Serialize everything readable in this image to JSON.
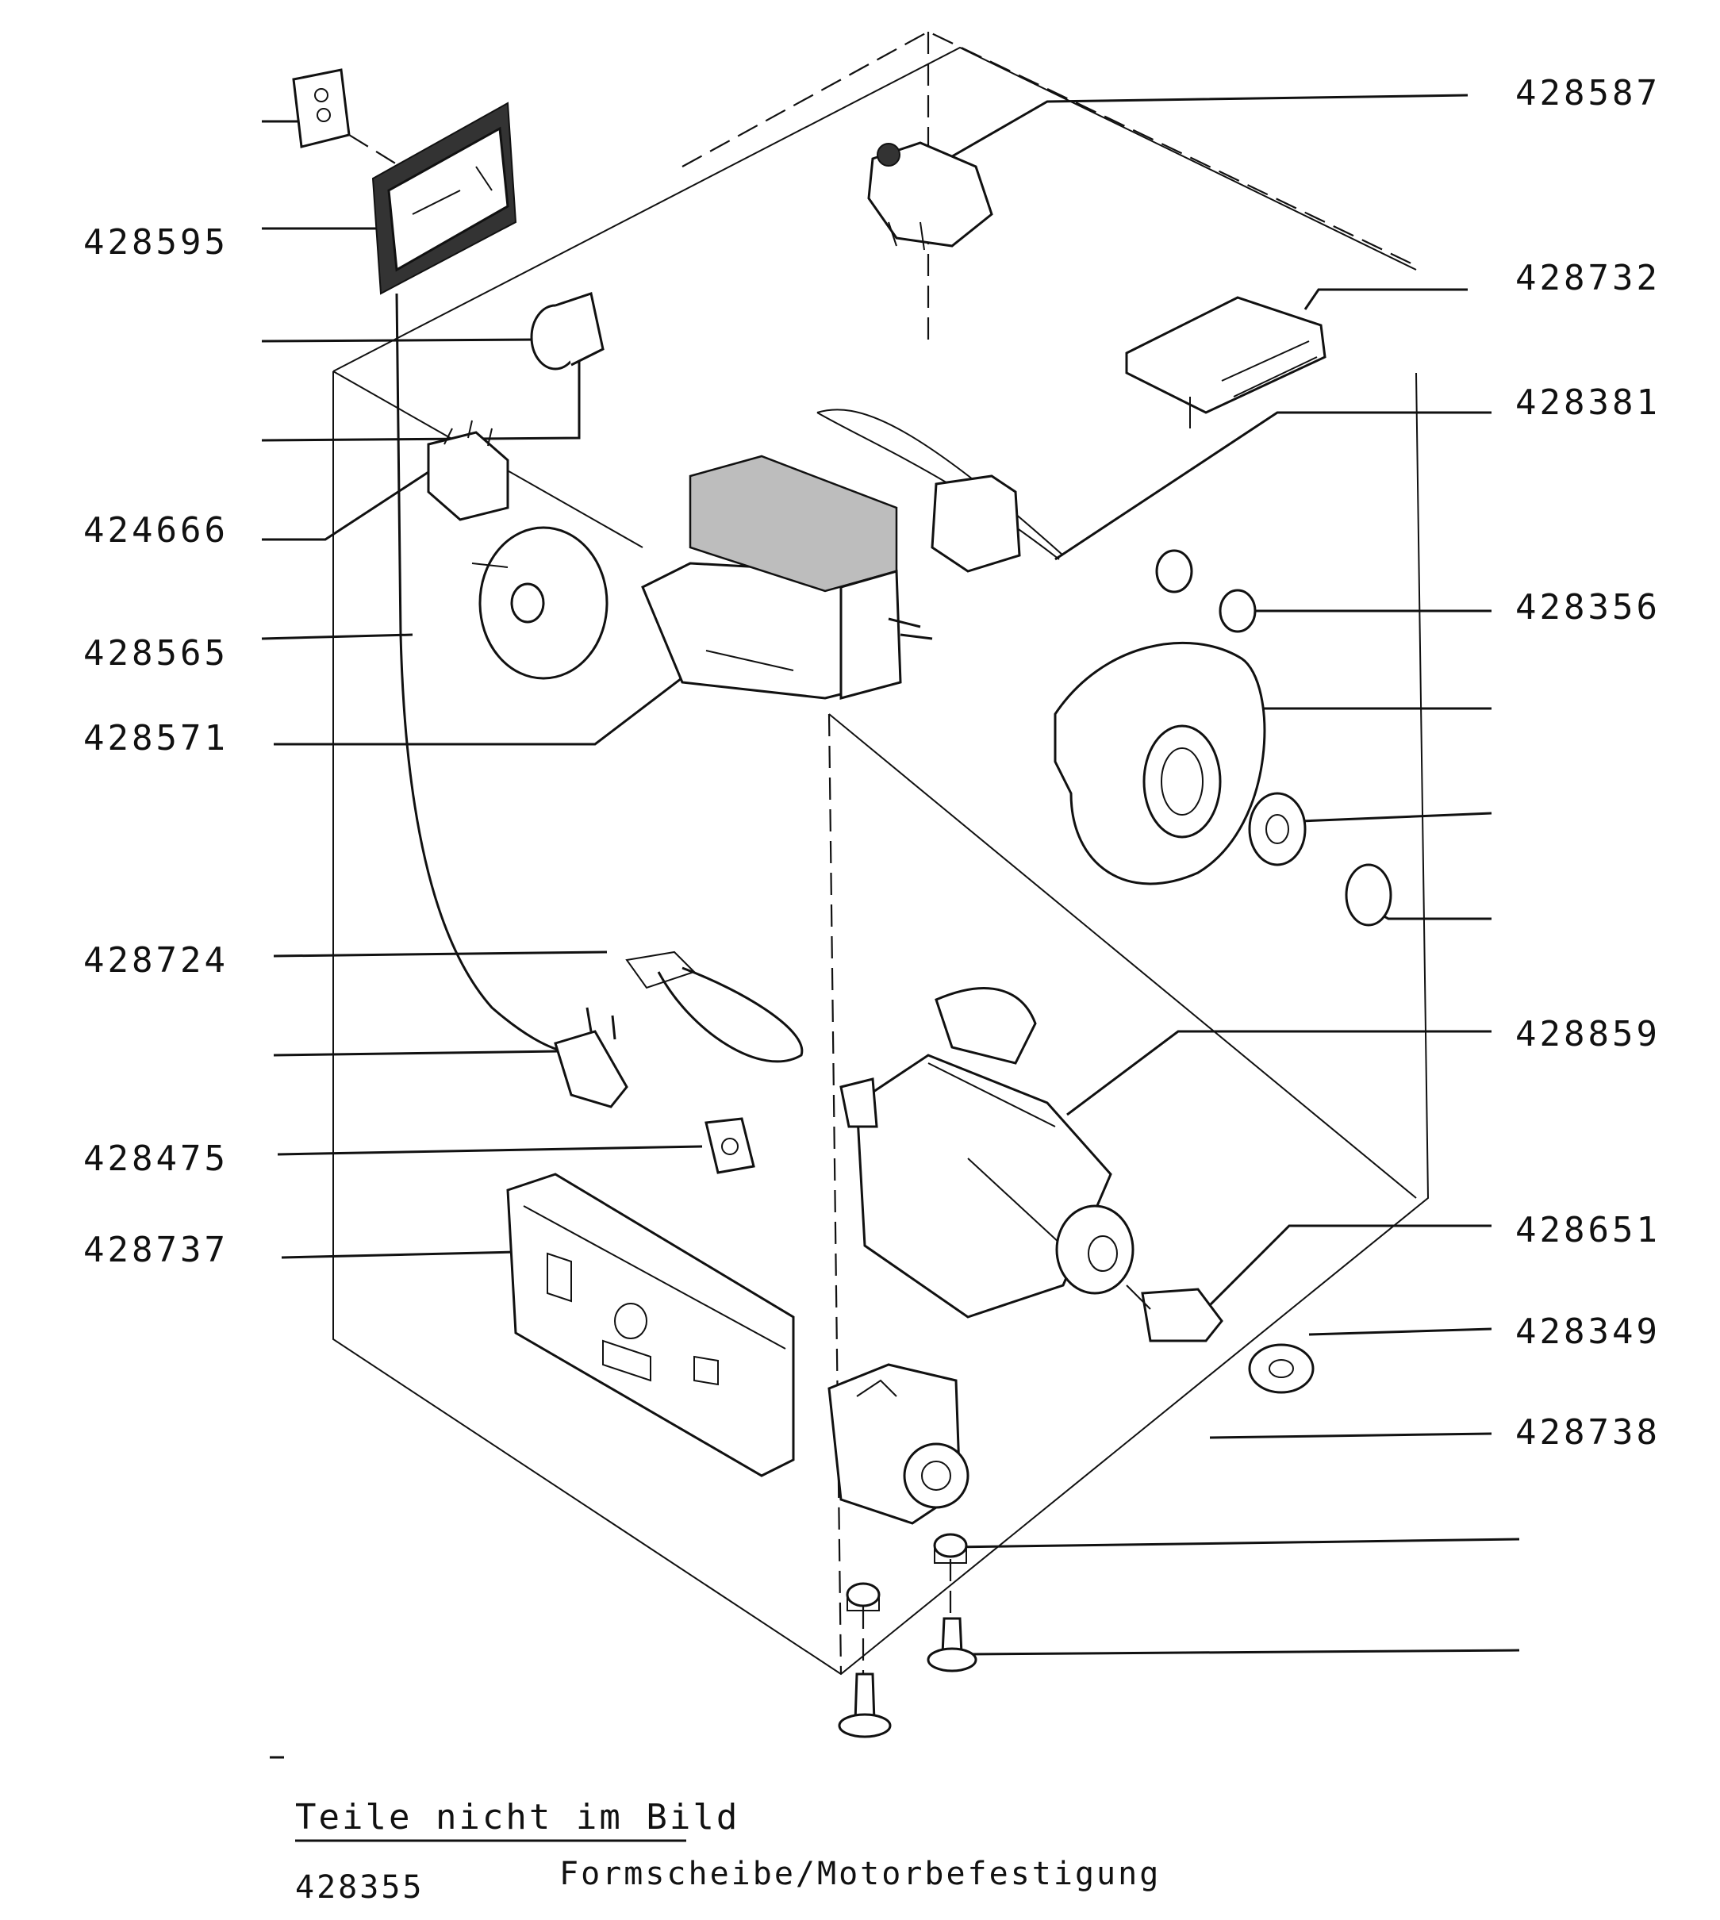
{
  "labels": {
    "p428587": "428587",
    "p428595": "428595",
    "p428732": "428732",
    "p428381": "428381",
    "p424666": "424666",
    "p428356": "428356",
    "p428565": "428565",
    "p428571": "428571",
    "p428724": "428724",
    "p428859": "428859",
    "p428475": "428475",
    "p428651": "428651",
    "p428737": "428737",
    "p428349": "428349",
    "p428738": "428738"
  },
  "footer": {
    "heading": "Teile nicht im Bild",
    "part_number": "428355",
    "description": "Formscheibe/Motorbefestigung"
  }
}
